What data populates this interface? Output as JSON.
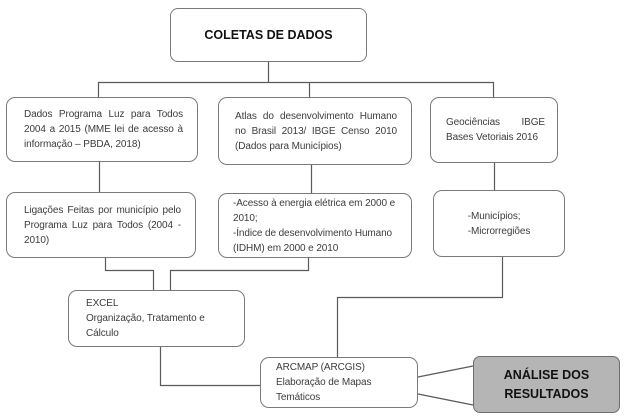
{
  "flowchart": {
    "title": "COLETAS DE DADOS",
    "sources": {
      "luz_para_todos": "Dados Programa Luz para Todos 2004 a 2015 (MME lei de acesso à informação – PBDA, 2018)",
      "atlas_idh": "Atlas do desenvolvimento Humano no Brasil 2013/ IBGE Censo 2010 (Dados para Municípios)",
      "geociencias": "Geociências IBGE Bases Vetoriais 2016"
    },
    "derived": {
      "ligacoes": "Ligações Feitas por município pelo Programa Luz para Todos (2004 - 2010)",
      "indicadores": "-Acesso à energia elétrica em 2000 e 2010;\n-Índice de desenvolvimento Humano (IDHM) em 2000 e 2010",
      "unidades": "-Municípios;\n-Microrregiões"
    },
    "processing": {
      "excel": "EXCEL\nOrganização, Tratamento e Cálculo",
      "arcmap": "ARCMAP (ARCGIS)\nElaboração de Mapas Temáticos"
    },
    "result": "ANÁLISE DOS RESULTADOS",
    "colors": {
      "background": "#ffffff",
      "box_fill": "#ffffff",
      "box_border": "#7a7a7a",
      "connector_line": "#5a5a5a",
      "body_text": "#3c3c3c",
      "title_text": "#111111",
      "result_fill": "#b5b5b5",
      "result_border": "#6e6e6e",
      "result_text": "#111111"
    }
  }
}
